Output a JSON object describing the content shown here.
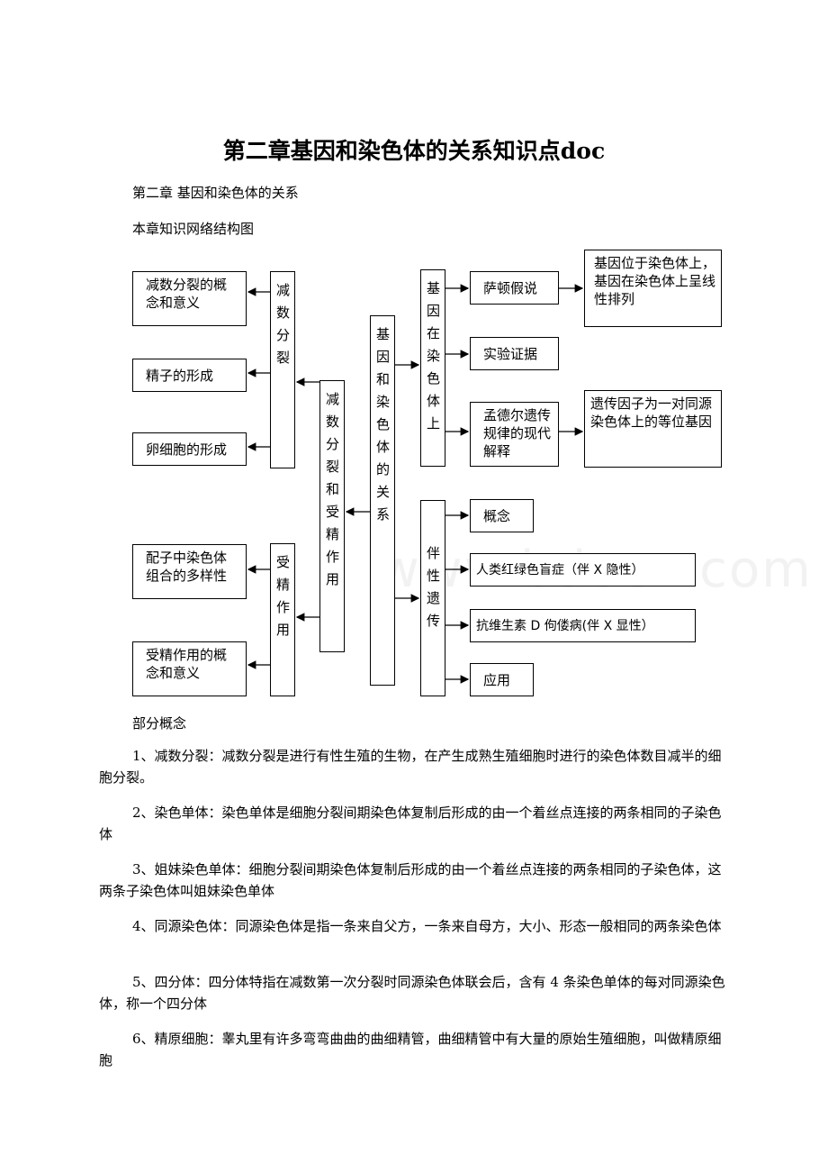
{
  "title": "第二章基因和染色体的关系知识点doc",
  "subtitle": "第二章 基因和染色体的关系",
  "map_heading": "本章知识网络结构图",
  "diagram": {
    "root": "基因和染色体的关系",
    "fert_meiosis": "减数分裂和受精作用",
    "meiosis": "减数分裂",
    "fertilization": "受精作用",
    "meiosis_concept": "减数分裂的概念和意义",
    "sperm_formation": "精子的形成",
    "egg_formation": "卵细胞的形成",
    "gamete_diversity": "配子中染色体组合的多样性",
    "fert_concept": "受精作用的概念和意义",
    "gene_on_chromosome": "基因在染色体上",
    "sutton": "萨顿假说",
    "sutton_result": "基因位于染色体上，基因在染色体上呈线性排列",
    "evidence": "实验证据",
    "mendel": "孟德尔遗传规律的现代解释",
    "mendel_result": "遗传因子为一对同源染色体上的等位基因",
    "sex_linked": "伴性遗传",
    "concept": "概念",
    "colorblind": "人类红绿色盲症（伴 X 隐性）",
    "rickets": "抗维生素 D 佝偻病(伴 X 显性）",
    "application": "应用"
  },
  "watermark": "www.bdocx.com",
  "concepts_heading": "部分概念",
  "concepts": [
    "1、减数分裂：减数分裂是进行有性生殖的生物，在产生成熟生殖细胞时进行的染色体数目减半的细胞分裂。",
    "2、染色单体：染色单体是细胞分裂间期染色体复制后形成的由一个着丝点连接的两条相同的子染色体",
    "3、姐妹染色单体：细胞分裂间期染色体复制后形成的由一个着丝点连接的两条相同的子染色体，这两条子染色体叫姐妹染色单体",
    "4、同源染色体：同源染色体是指一条来自父方，一条来自母方，大小、形态一般相同的两条染色体",
    "5、四分体：四分体特指在减数第一次分裂时同源染色体联会后，含有 4 条染色单体的每对同源染色体，称一个四分体",
    "6、精原细胞：睾丸里有许多弯弯曲曲的曲细精管，曲细精管中有大量的原始生殖细胞，叫做精原细胞"
  ]
}
